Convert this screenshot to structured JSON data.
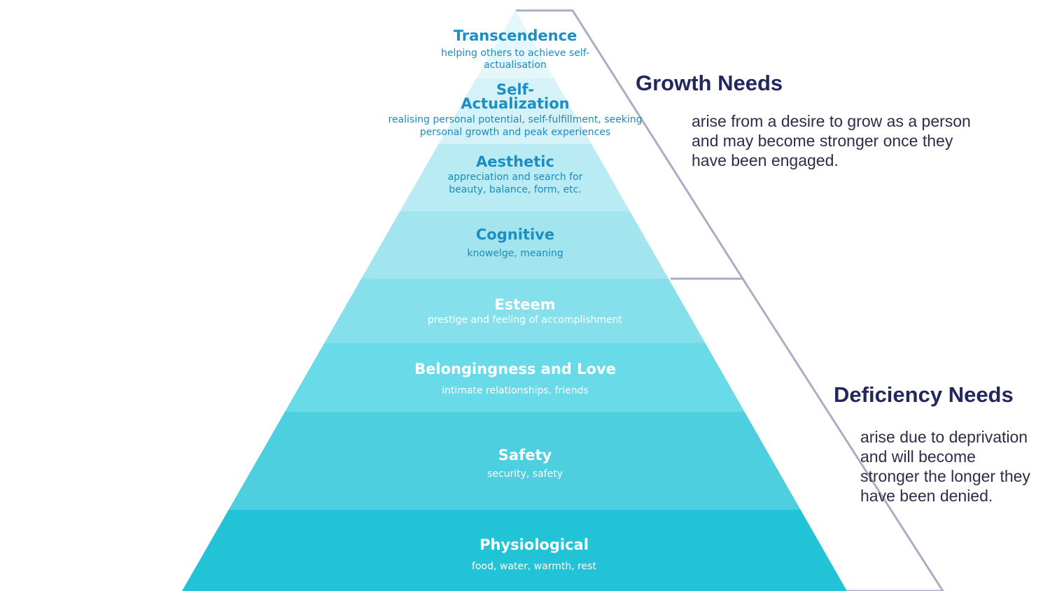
{
  "pyramid": {
    "levels": [
      {
        "title": "Transcendence",
        "description": "helping others to achieve self-actualisation",
        "fill": "#e4f7fb"
      },
      {
        "title": "Self-Actualization",
        "description": "realising personal potential, self-fulfillment, seeking personal growth and peak experiences",
        "fill": "#d4f2f8"
      },
      {
        "title": "Aesthetic",
        "description": "appreciation and search for beauty, balance, form, etc.",
        "fill": "#b8ebf3"
      },
      {
        "title": "Cognitive",
        "description": "knowelge, meaning",
        "fill": "#a2e5ef"
      },
      {
        "title": "Esteem",
        "description": "prestige and feeling of accomplishment",
        "fill": "#85e0ec"
      },
      {
        "title": "Belongingness and Love",
        "description": "intimate relationships, friends",
        "fill": "#68dae8"
      },
      {
        "title": "Safety",
        "description": "security, safety",
        "fill": "#4ecfe0"
      },
      {
        "title": "Physiological",
        "description": "food, water, warmth, rest",
        "fill": "#22c3d6"
      }
    ]
  },
  "groups": {
    "growth": {
      "title": "Growth Needs",
      "description": "arise from a desire to grow as a person and may become stronger once they have been engaged."
    },
    "deficiency": {
      "title": "Deficiency Needs",
      "description": "arise due to deprivation and will become stronger the longer they have been denied."
    }
  },
  "colors": {
    "bracket_line": "#a9aec4",
    "heading": "#22285e",
    "dark_label": "#1b8ec4",
    "light_label": "#ffffff"
  }
}
